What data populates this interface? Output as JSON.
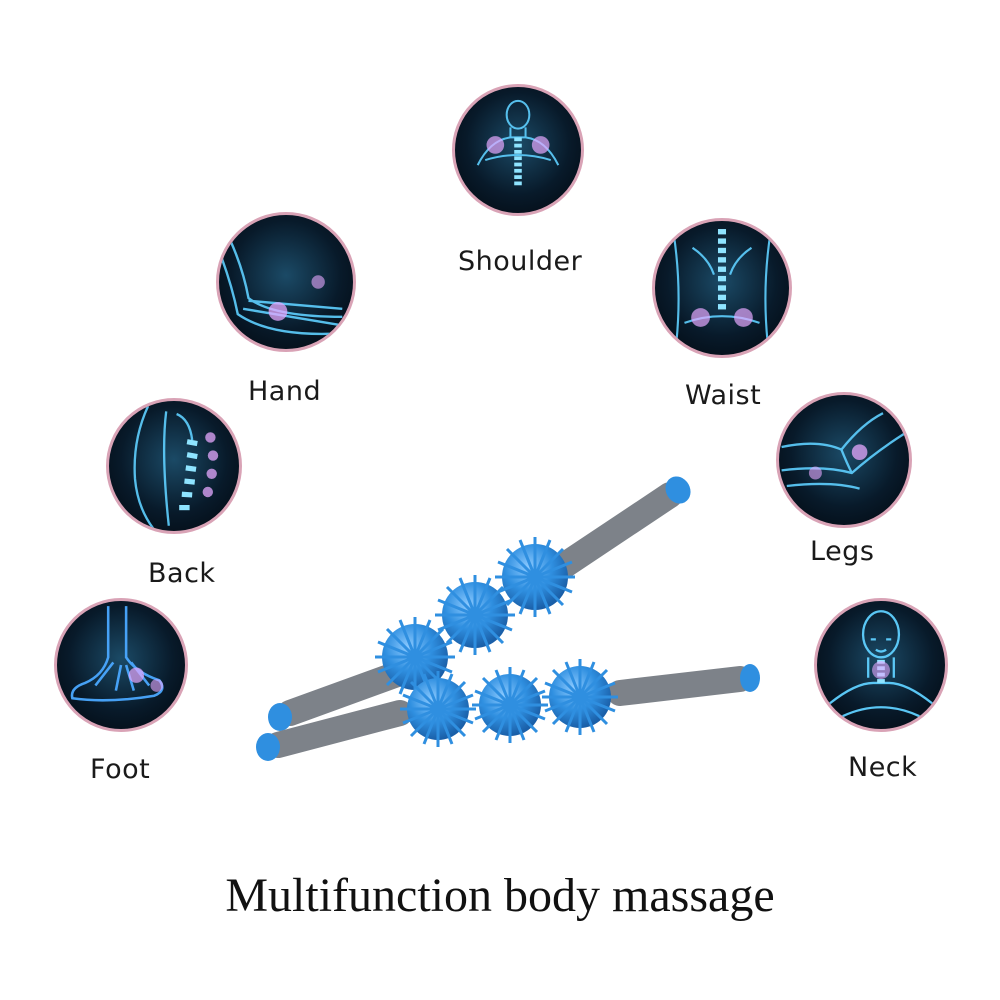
{
  "labels": {
    "shoulder": "Shoulder",
    "hand": "Hand",
    "waist": "Waist",
    "back": "Back",
    "legs": "Legs",
    "foot": "Foot",
    "neck": "Neck"
  },
  "title": "Multifunction body massage",
  "icons": {
    "shoulder": "shoulder-xray-icon",
    "hand": "elbow-xray-icon",
    "waist": "waist-xray-icon",
    "back": "back-xray-icon",
    "legs": "knee-xray-icon",
    "foot": "foot-xray-icon",
    "neck": "neck-xray-icon",
    "product": "spiky-massage-roller-stick"
  },
  "colors": {
    "badge_ring": "#d9a3b6",
    "xray_line": "#5fd0ff",
    "glow": "#e6a8ff",
    "roller_blue": "#2f8fe0",
    "handle_gray": "#7d8289"
  }
}
